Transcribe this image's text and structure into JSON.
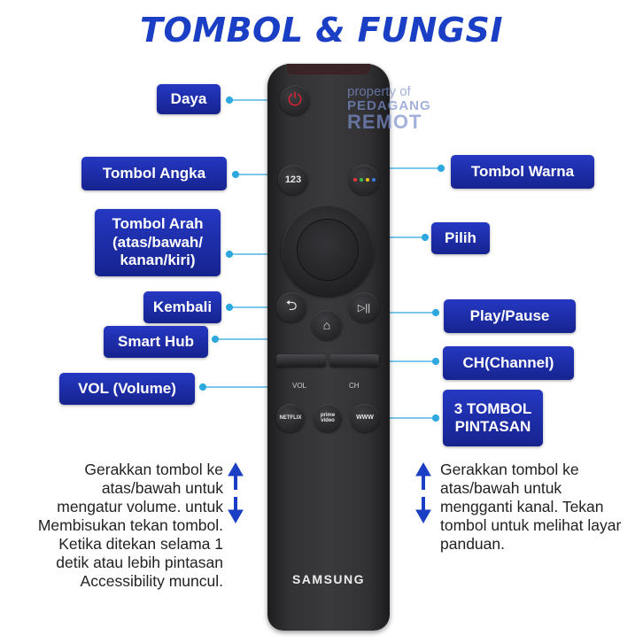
{
  "title": "TOMBOL & FUNGSI",
  "watermark": {
    "line1": "property of",
    "line2": "PEDAGANG",
    "line3": "REMOT"
  },
  "remote": {
    "power_symbol": "⏻",
    "numbers_label": "123",
    "back_symbol": "⮌",
    "play_pause_symbol": "▷||",
    "home_symbol": "⌂",
    "vol_label": "VOL",
    "ch_label": "CH",
    "app_netflix": "NETFLIX",
    "app_prime": "prime video",
    "app_www": "WWW",
    "brand": "SAMSUNG",
    "color_dots": [
      "#e43b3b",
      "#3bbf4a",
      "#f0c419",
      "#3b7be4"
    ]
  },
  "labels": {
    "daya": "Daya",
    "tombol_angka": "Tombol Angka",
    "tombol_arah": "Tombol Arah (atas/bawah/ kanan/kiri)",
    "kembali": "Kembali",
    "smart_hub": "Smart Hub",
    "vol": "VOL (Volume)",
    "tombol_warna": "Tombol Warna",
    "pilih": "Pilih",
    "play_pause": "Play/Pause",
    "ch": "CH(Channel)",
    "pintasan": "3 TOMBOL PINTASAN"
  },
  "notes": {
    "left": "Gerakkan tombol ke atas/bawah untuk mengatur volume. untuk Membisukan tekan tombol. Ketika ditekan selama 1 detik atau lebih pintasan Accessibility muncul.",
    "right": "Gerakkan tombol ke atas/bawah untuk mengganti kanal. Tekan tombol untuk melihat layar panduan."
  },
  "colors": {
    "accent": "#1a3fc4",
    "label_bg": "#1d2ea8",
    "connector": "#2fa8e0",
    "power": "#d8242f"
  }
}
